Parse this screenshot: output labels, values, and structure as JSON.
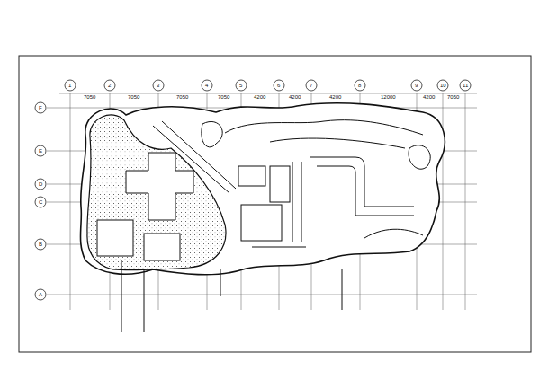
{
  "diagram": {
    "labels": [
      "1",
      "2",
      "3",
      "4",
      "5",
      "6",
      "7",
      "8",
      "9",
      "10",
      "11",
      "F",
      "E",
      "D",
      "C",
      "B",
      "A",
      "7050",
      "7050",
      "7050",
      "7050",
      "4200",
      "4200",
      "4200",
      "12000",
      "4200",
      "7050"
    ]
  }
}
